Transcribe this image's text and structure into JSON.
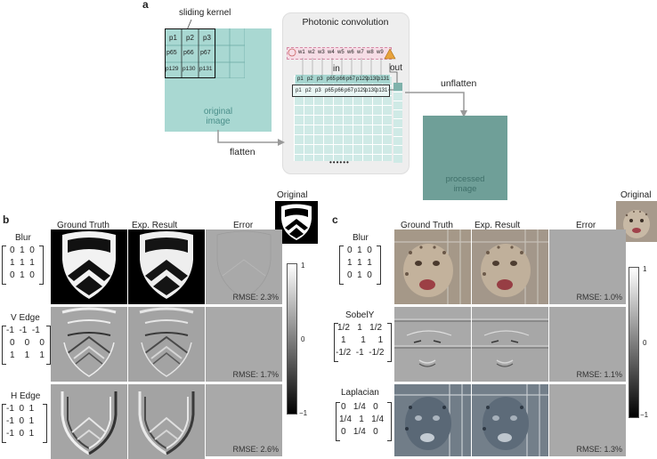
{
  "panel_a": {
    "letter": "a",
    "sliding_kernel": "sliding kernel",
    "kernel_cells": [
      "p1",
      "p2",
      "p3",
      "p65",
      "p66",
      "p67",
      "p129",
      "p130",
      "p131"
    ],
    "original_image_label": "original image",
    "photonic_title": "Photonic convolution",
    "weights": [
      "w1",
      "w2",
      "w3",
      "w4",
      "w5",
      "w6",
      "w7",
      "w8",
      "w9"
    ],
    "in_label": "in",
    "out_label": "out",
    "input_rows": [
      [
        "p1",
        "p2",
        "p3",
        "p65",
        "p66",
        "p67",
        "p129",
        "p130",
        "p131"
      ],
      [
        "p1",
        "p2",
        "p3",
        "p65",
        "p66",
        "p67",
        "p129",
        "p130",
        "p131"
      ]
    ],
    "flatten_label": "flatten",
    "unflatten_label": "unflatten",
    "dots": "••••••",
    "processed_image_label": "processed image"
  },
  "panel_b": {
    "letter": "b",
    "col_headers": [
      "Ground Truth",
      "Exp. Result",
      "Error"
    ],
    "original_label": "Original",
    "rows": [
      {
        "name": "Blur",
        "matrix": [
          "0  1  0",
          "1  1  1",
          "0  1  0"
        ],
        "rmse": "RMSE: 2.3%"
      },
      {
        "name": "V Edge",
        "matrix": [
          "-1  -1  -1",
          "0    0    0",
          "1    1    1"
        ],
        "rmse": "RMSE: 1.7%"
      },
      {
        "name": "H Edge",
        "matrix": [
          "-1  0  1",
          "-1  0  1",
          "-1  0  1"
        ],
        "rmse": "RMSE: 2.6%"
      }
    ],
    "colorbar_ticks": [
      "1",
      "0",
      "−1"
    ]
  },
  "panel_c": {
    "letter": "c",
    "col_headers": [
      "Ground Truth",
      "Exp. Result",
      "Error"
    ],
    "original_label": "Original",
    "rows": [
      {
        "name": "Blur",
        "matrix": [
          "0  1  0",
          "1  1  1",
          "0  1  0"
        ],
        "rmse": "RMSE: 1.0%"
      },
      {
        "name": "SobelY",
        "matrix": [
          "1/2   1   1/2",
          "1      1     1",
          "-1/2  -1  -1/2"
        ],
        "rmse": "RMSE: 1.1%"
      },
      {
        "name": "Laplacian",
        "matrix": [
          "0   1/4   0",
          "1/4   1   1/4",
          "0   1/4   0"
        ],
        "rmse": "RMSE: 1.3%"
      }
    ],
    "colorbar_ticks": [
      "1",
      "0",
      "−1"
    ]
  }
}
